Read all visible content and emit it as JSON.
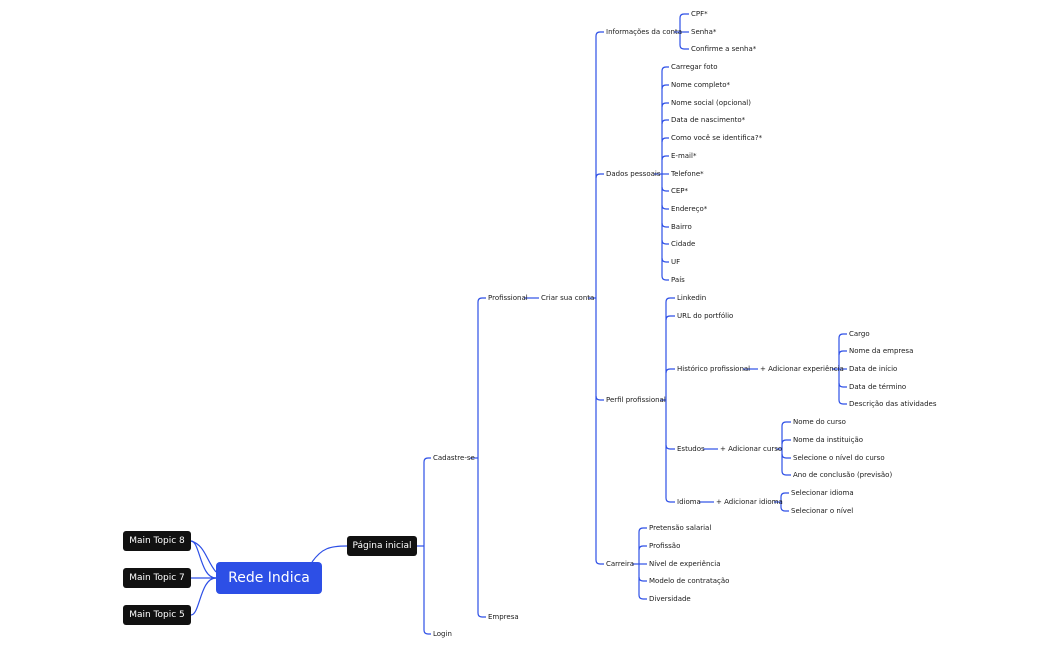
{
  "colors": {
    "connector": "#2d4fe6",
    "root_fill": "#2d4fe6",
    "pill_fill": "#111111"
  },
  "mindmap": {
    "root": "Rede Indica",
    "main_topics": {
      "t8": "Main Topic 8",
      "t7": "Main Topic 7",
      "t5": "Main Topic 5"
    },
    "pagina_inicial": "Página inicial",
    "cadastre_se": "Cadastre-se",
    "login": "Login",
    "profissional": "Profissional",
    "empresa": "Empresa",
    "criar_conta": "Criar sua conta",
    "informacoes_conta": {
      "label": "Informações da conta",
      "items": [
        "CPF*",
        "Senha*",
        "Confirme a senha*"
      ]
    },
    "dados_pessoais": {
      "label": "Dados pessoais",
      "items": [
        "Carregar foto",
        "Nome completo*",
        "Nome social (opcional)",
        "Data de nascimento*",
        "Como você se identifica?*",
        "E-mail*",
        "Telefone*",
        "CEP*",
        "Endereço*",
        "Bairro",
        "Cidade",
        "UF",
        "País"
      ]
    },
    "perfil_profissional": {
      "label": "Perfil profissional",
      "linkedin": "Linkedin",
      "url_portfolio": "URL do portfólio",
      "historico": "Histórico profissional",
      "add_experiencia": "+ Adicionar experiência",
      "experiencia_items": [
        "Cargo",
        "Nome da empresa",
        "Data de início",
        "Data de término",
        "Descrição das atividades"
      ],
      "estudos": "Estudos",
      "add_curso": "+ Adicionar curso",
      "curso_items": [
        "Nome do curso",
        "Nome da instituição",
        "Selecione o nível do curso",
        "Ano de conclusão (previsão)"
      ],
      "idioma": "Idioma",
      "add_idioma": "+ Adicionar idioma",
      "idioma_items": [
        "Selecionar idioma",
        "Selecionar o nível"
      ]
    },
    "carreira": {
      "label": "Carreira",
      "items": [
        "Pretensão salarial",
        "Profissão",
        "Nível de experiência",
        "Modelo de contratação",
        "Diversidade"
      ]
    }
  }
}
